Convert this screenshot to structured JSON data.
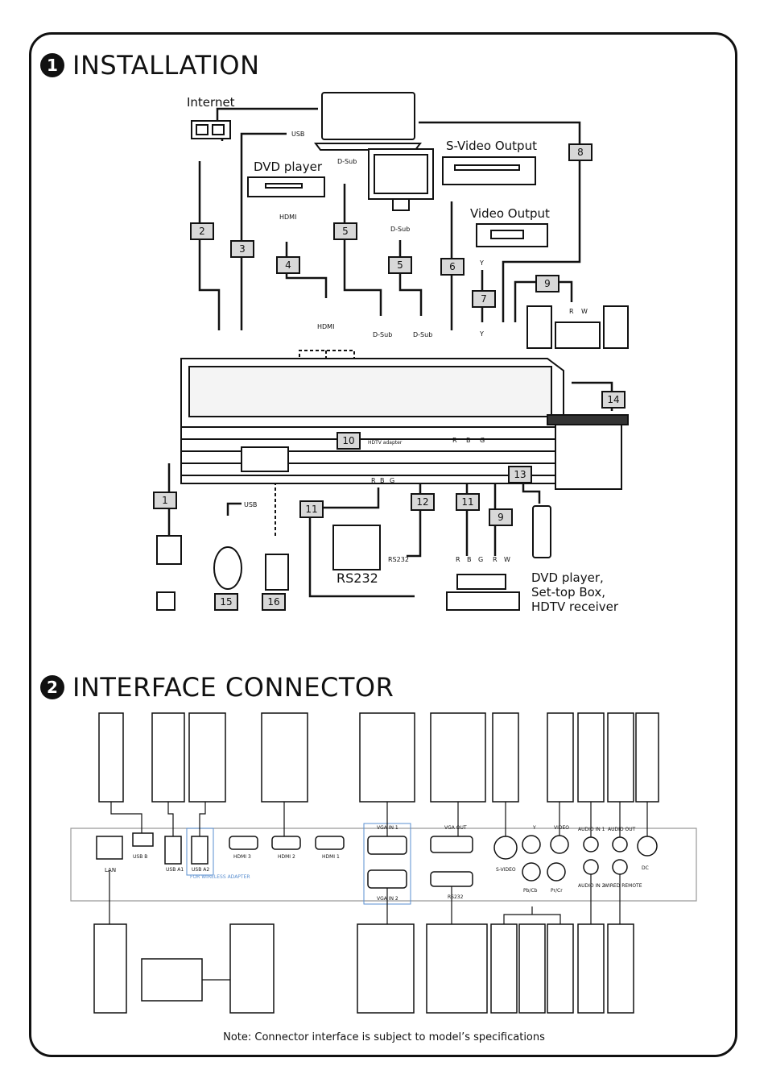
{
  "section1": {
    "number": "1",
    "title": "INSTALLATION"
  },
  "section2": {
    "number": "2",
    "title": "INTERFACE CONNECTOR"
  },
  "devices": {
    "internet": "Internet",
    "dvd_player": "DVD player",
    "svideo_output": "S-Video Output",
    "video_output": "Video Output",
    "rs232": "RS232",
    "dvd_settop": "DVD player,",
    "dvd_settop_2": "Set-top Box,",
    "dvd_settop_3": "HDTV receiver"
  },
  "plug_labels": {
    "hdmi": "HDMI",
    "dsub": "D-Sub",
    "usb": "USB",
    "hdtv_adapter": "HDTV adapter",
    "rs232": "RS232",
    "r": "R",
    "b": "B",
    "g": "G",
    "w": "W",
    "y": "Y"
  },
  "cables": [
    "1",
    "2",
    "3",
    "4",
    "5",
    "5",
    "6",
    "7",
    "8",
    "9",
    "9",
    "10",
    "11",
    "11",
    "12",
    "13",
    "14",
    "15",
    "16"
  ],
  "panel_ports": {
    "lan": "LAN",
    "usb_b": "USB B",
    "usb_a1": "USB A1",
    "usb_a2": "USB A2",
    "wireless": "FOR WIRELESS ADAPTER",
    "hdmi3": "HDMI 3",
    "hdmi2": "HDMI 2",
    "hdmi1": "HDMI 1",
    "vga_in1": "VGA IN 1",
    "vga_in2": "VGA IN 2",
    "vga_out": "VGA OUT",
    "rs232": "RS232",
    "svideo": "S-VIDEO",
    "y": "Y",
    "pb_cb": "Pb/Cb",
    "pr_cr": "Pr/Cr",
    "video": "VIDEO",
    "audio_in1": "AUDIO IN 1",
    "audio_in2": "AUDIO IN 2",
    "audio_out": "AUDIO OUT",
    "wired_remote": "WIRED REMOTE",
    "dc": "DC"
  },
  "note": "Note: Connector interface is subject to model’s specifications"
}
